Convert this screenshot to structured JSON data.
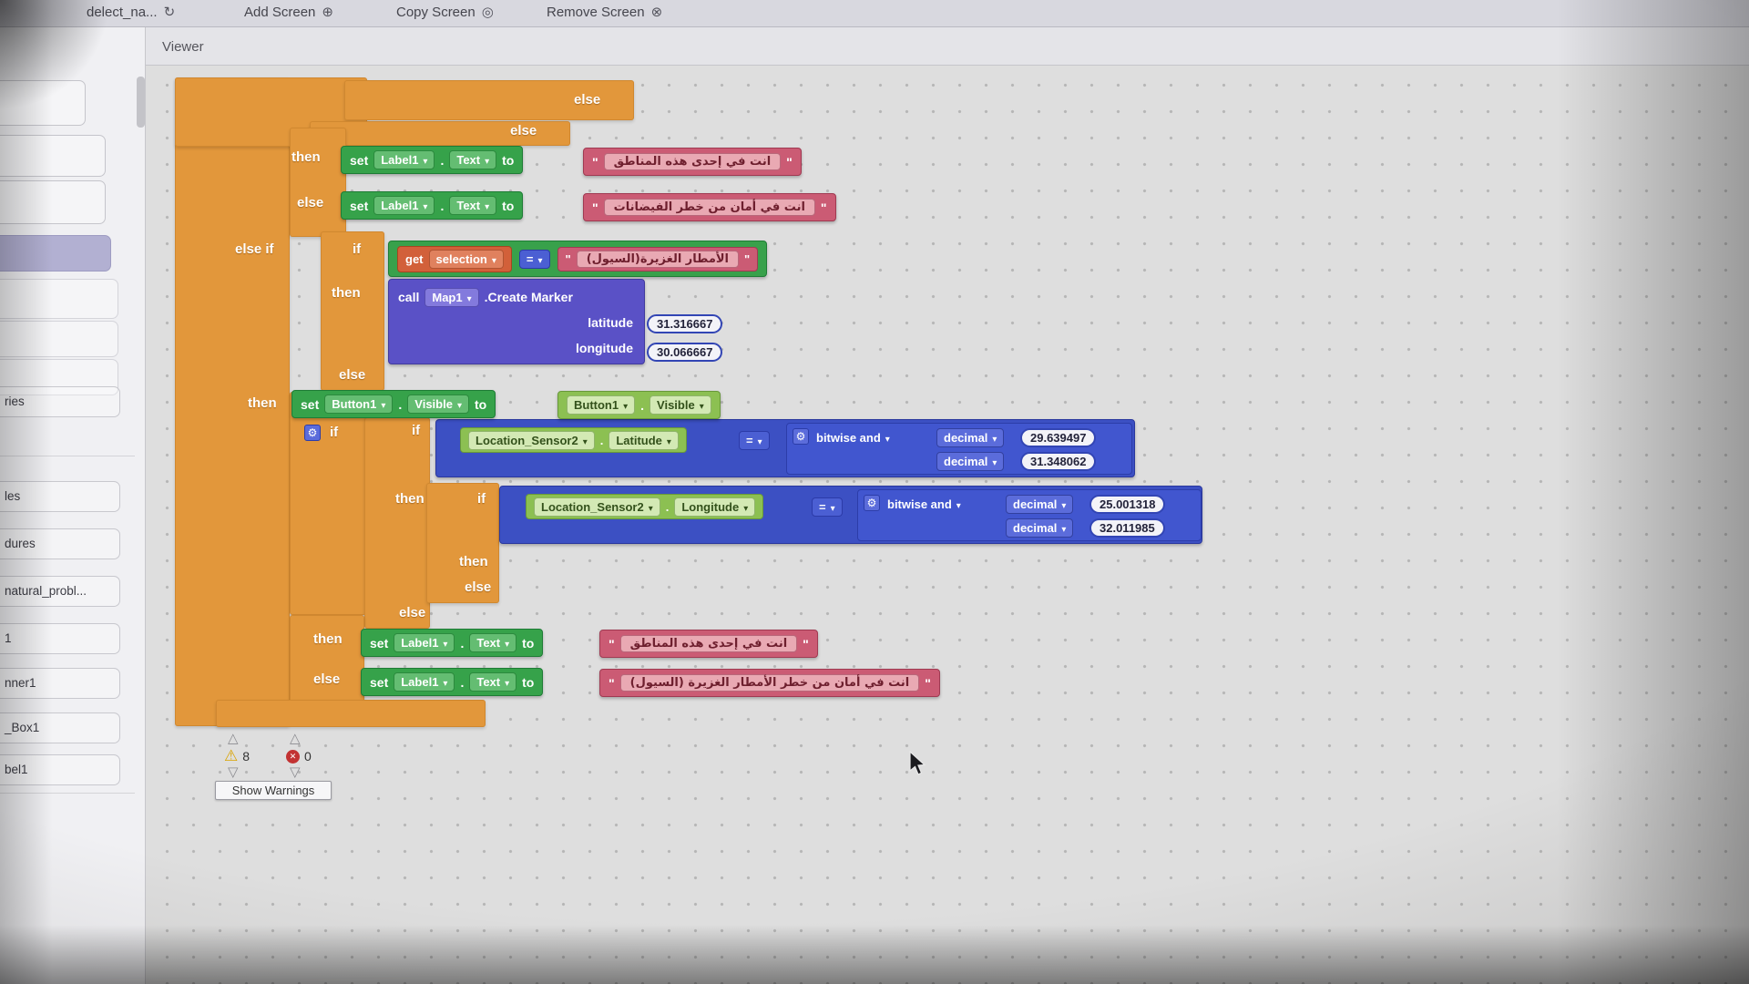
{
  "toolbar": {
    "screen_menu": "delect_na...",
    "add_screen": "Add Screen",
    "copy_screen": "Copy Screen",
    "remove_screen": "Remove Screen"
  },
  "viewer": {
    "title": "Viewer"
  },
  "sidebar": {
    "items": [
      "ries",
      "les",
      "dures",
      "natural_probl...",
      "1",
      "nner1",
      "_Box1",
      "bel1"
    ]
  },
  "kw": {
    "then": "then",
    "else": "else",
    "else_if": "else if",
    "if": "if",
    "set": "set",
    "to": "to",
    "call": "call",
    "get": "get",
    "dot": "."
  },
  "ops": {
    "eq": "="
  },
  "colors": {
    "control_orange": "#e2973b",
    "setter_green": "#36a24a",
    "math_blue": "#3c50c3",
    "text_rose": "#cb5b74",
    "method_purple": "#5a51c6"
  },
  "blocks": {
    "set1": {
      "component": "Label1",
      "prop": "Text",
      "text": "انت في إحدى هذه المناطق"
    },
    "set2": {
      "component": "Label1",
      "prop": "Text",
      "text": "انت في أمان من خطر الفيضانات"
    },
    "cmp_sel": {
      "var": "selection",
      "text": "الأمطار الغزيرة(السيول)"
    },
    "call_map": {
      "component": "Map1",
      "method": ".Create Marker",
      "lat_label": "latitude",
      "lng_label": "longitude",
      "lat": "31.316667",
      "lng": "30.066667"
    },
    "set_vis": {
      "component": "Button1",
      "prop": "Visible",
      "src_component": "Button1",
      "src_prop": "Visible"
    },
    "cmp_lat": {
      "component": "Location_Sensor2",
      "prop": "Latitude",
      "fn": "bitwise and",
      "decimal": "decimal",
      "v1": "29.639497",
      "v2": "31.348062"
    },
    "cmp_lng": {
      "component": "Location_Sensor2",
      "prop": "Longitude",
      "fn": "bitwise and",
      "decimal": "decimal",
      "v1": "25.001318",
      "v2": "32.011985"
    },
    "set3": {
      "component": "Label1",
      "prop": "Text",
      "text": "انت في إحدى هذه المناطق"
    },
    "set4": {
      "component": "Label1",
      "prop": "Text",
      "text": "انت في أمان من خطر الأمطار الغزيرة (السيول)"
    }
  },
  "status": {
    "warnings": "8",
    "errors": "0",
    "show_warnings": "Show Warnings"
  }
}
